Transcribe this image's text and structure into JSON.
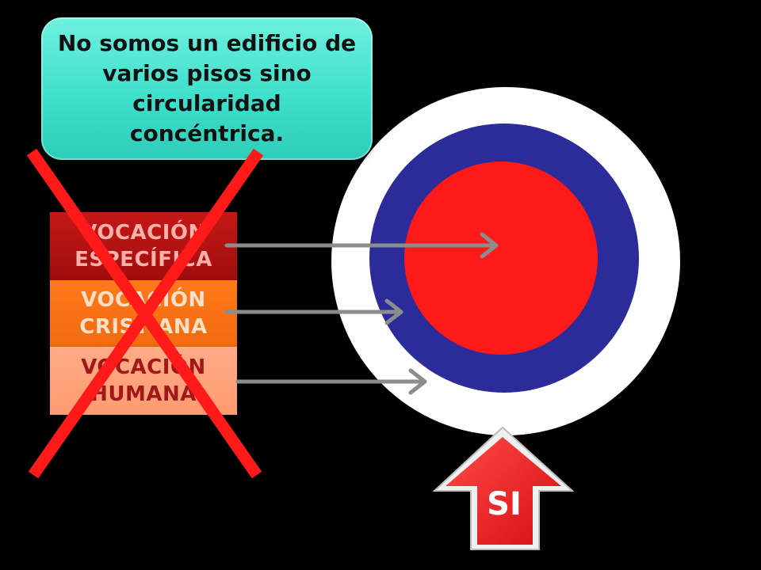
{
  "callout": {
    "text": "No somos un edificio de varios pisos sino circularidad concéntrica."
  },
  "stack": {
    "specific": "VOCACIÓN ESPECÍFICA",
    "christian": "VOCACIÓN CRISTIANA",
    "human": "VOCACIÓN HUMANA"
  },
  "target": {
    "outer_color": "#ffffff",
    "middle_color": "#2b2b99",
    "inner_color": "#ff1a1a"
  },
  "up_arrow": {
    "label": "SI",
    "color": "#ff1a1a"
  },
  "cross_color": "#ff1a1a"
}
